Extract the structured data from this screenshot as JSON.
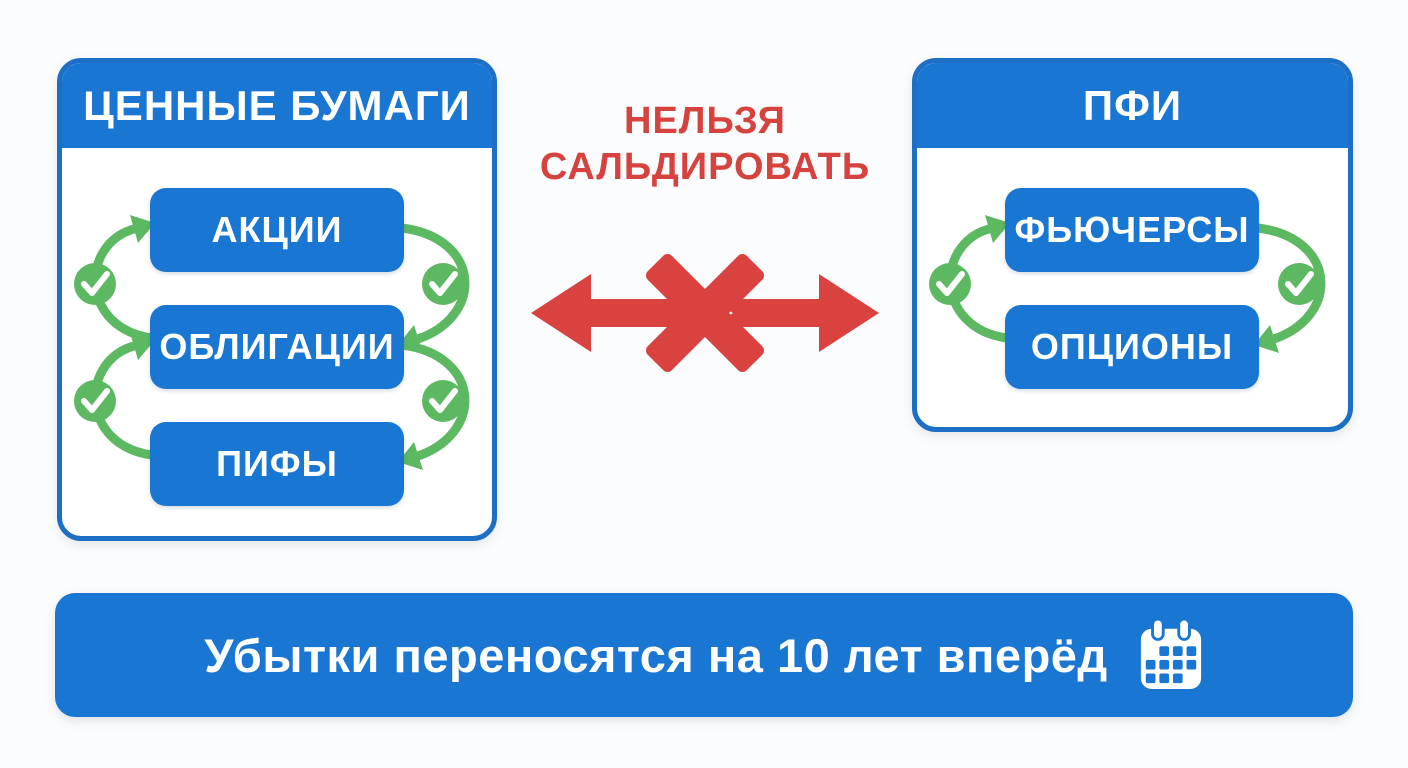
{
  "panels": {
    "securities": {
      "title": "ЦЕННЫЕ БУМАГИ",
      "items": [
        "АКЦИИ",
        "ОБЛИГАЦИИ",
        "ПИФЫ"
      ]
    },
    "derivatives": {
      "title": "ПФИ",
      "items": [
        "ФЬЮЧЕРСЫ",
        "ОПЦИОНЫ"
      ]
    }
  },
  "center": {
    "warning_line1": "НЕЛЬЗЯ",
    "warning_line2": "САЛЬДИРОВАТЬ"
  },
  "footer": {
    "text": "Убытки переносятся на 10 лет вперёд"
  },
  "icons": {
    "check_circle": "check-circle-icon",
    "loop_arrow_up": "loop-arrow-up-icon",
    "loop_arrow_down": "loop-arrow-down-icon",
    "blocked_arrow": "blocked-double-arrow-icon",
    "calendar": "calendar-icon"
  },
  "colors": {
    "blue": "#1976d2",
    "blue_border": "#1d6fc5",
    "green": "#5cb962",
    "red": "#d6423e",
    "background": "#fbfcfd",
    "text_on_blue": "#ffffff"
  }
}
